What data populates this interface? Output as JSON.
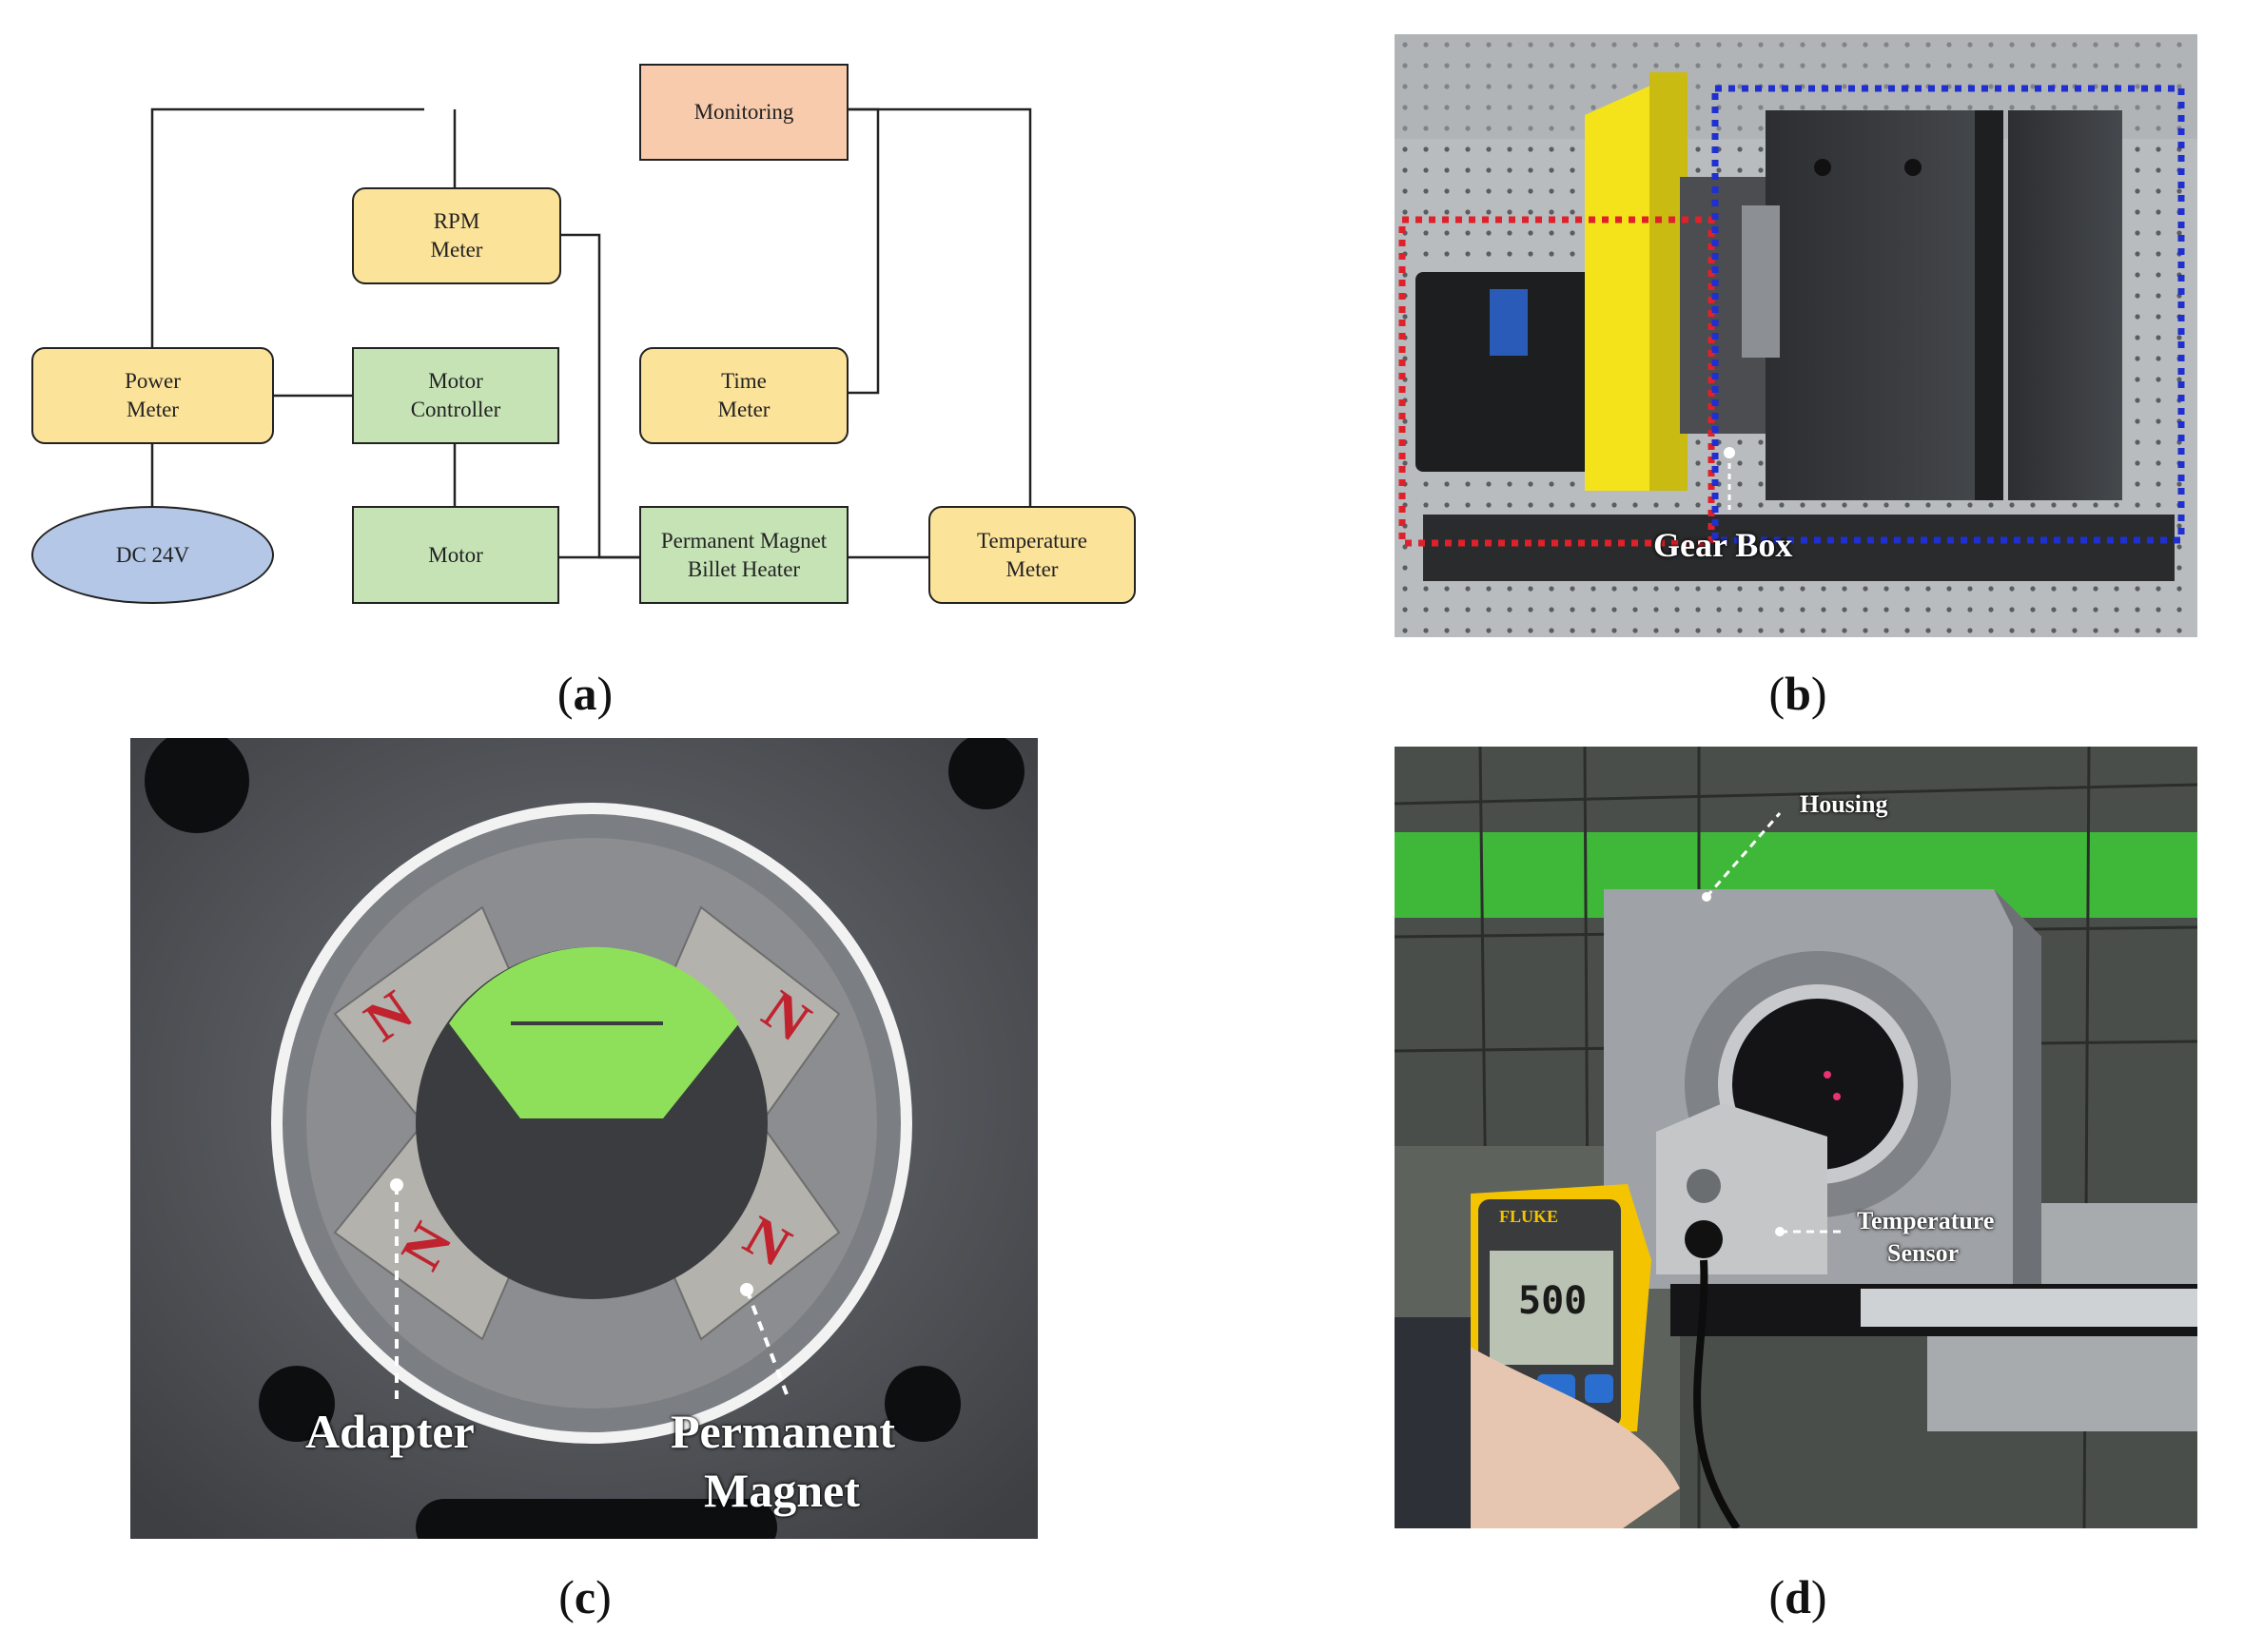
{
  "panel_a": {
    "caption": "a",
    "nodes": {
      "monitoring": "Monitoring",
      "rpm_meter": "RPM\nMeter",
      "power_meter": "Power\nMeter",
      "motor_controller": "Motor\nController",
      "time_meter": "Time\nMeter",
      "dc_supply": "DC 24V",
      "motor": "Motor",
      "billet_heater": "Permanent Magnet\nBillet Heater",
      "temperature_meter": "Temperature\nMeter"
    },
    "colors": {
      "meter": "#fce39a",
      "drive": "#c6e3b6",
      "monitoring": "#f8cbad",
      "supply": "#b4c7e7"
    }
  },
  "panel_b": {
    "caption": "b",
    "label": "Gear Box",
    "colors": {
      "motor_box": "#e0202a",
      "heater_box": "#1f2fd0",
      "gearbox": "#f4e31a"
    }
  },
  "panel_c": {
    "caption": "c",
    "labels": {
      "adapter": "Adapter",
      "magnet_line1": "Permanent",
      "magnet_line2": "Magnet"
    },
    "pole_marks": [
      "N",
      "N",
      "N",
      "N"
    ],
    "colors": {
      "core": "#8ee05a",
      "pole_mark": "#c0222e"
    }
  },
  "panel_d": {
    "caption": "d",
    "labels": {
      "housing": "Housing",
      "sensor_line1": "Temperature",
      "sensor_line2": "Sensor"
    },
    "thermometer_brand": "FLUKE",
    "thermometer_reading": "500",
    "colors": {
      "thermometer": "#f5c400",
      "frame": "#3fb83a"
    }
  }
}
